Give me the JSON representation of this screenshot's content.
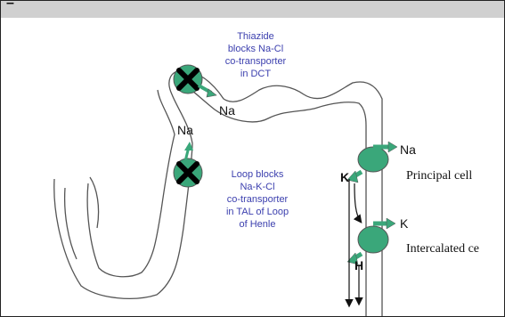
{
  "header": {
    "text": "–"
  },
  "thiazide_note": [
    "Thiazide",
    "blocks Na-Cl",
    "co-transporter",
    "in DCT"
  ],
  "loop_note": [
    "Loop blocks",
    "Na-K-Cl",
    "co-transporter",
    "in TAL of Loop",
    "of Henle"
  ],
  "ions": {
    "na_dct": "Na",
    "na_tal": "Na",
    "na_principal": "Na",
    "k_lumen": "K",
    "k_intercalated": "K",
    "h_lumen": "H"
  },
  "cells": {
    "principal": "Principal cell",
    "intercalated": "Intercalated ce"
  },
  "colors": {
    "transporter": "#3aa77a",
    "note_text": "#3b3fae",
    "header_bar": "#d0d0d0"
  },
  "icons": [
    "x-mark-icon",
    "arrow-icon",
    "transporter-icon"
  ]
}
